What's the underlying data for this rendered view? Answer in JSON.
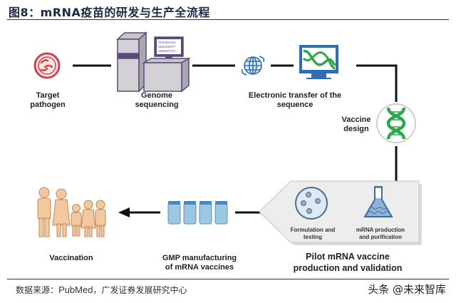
{
  "figure": {
    "title": "图8：mRNA疫苗的研发与生产全流程"
  },
  "steps": [
    {
      "id": "target-pathogen",
      "label_lines": [
        "Target",
        "pathogen"
      ],
      "icon": "pathogen-icon"
    },
    {
      "id": "genome-sequencing",
      "label_lines": [
        "Genome",
        "sequencing"
      ],
      "icon": "sequencer-icon",
      "screen_text": [
        "TCCGGAAAA",
        "GGGCGGATT",
        "CGGGGTGTA"
      ]
    },
    {
      "id": "electronic-transfer",
      "label_lines": [
        "Electronic transfer of the",
        "sequence"
      ],
      "icon": "globe-icon",
      "icon2": "monitor-dna-icon"
    },
    {
      "id": "vaccine-design",
      "label_lines": [
        "Vaccine",
        "design"
      ],
      "icon": "dna-icon"
    },
    {
      "id": "pilot-production",
      "label_lines": [
        "Pilot mRNA vaccine",
        "production and validation"
      ],
      "sub_steps": [
        {
          "label_lines": [
            "Formulation and",
            "testing"
          ],
          "icon": "petri-dish-icon"
        },
        {
          "label_lines": [
            "mRNA production",
            "and purification"
          ],
          "icon": "flask-icon"
        }
      ]
    },
    {
      "id": "gmp-manufacturing",
      "label_lines": [
        "GMP manufacturing",
        "of mRNA vaccines"
      ],
      "icon": "vials-icon"
    },
    {
      "id": "vaccination",
      "label_lines": [
        "Vaccination"
      ],
      "icon": "people-icon"
    }
  ],
  "footer": {
    "source_prefix": "数据来源：",
    "source_name": "PubMed",
    "source_suffix": "，广发证券发展研究中心",
    "watermark": "头条 @未来智库"
  },
  "colors": {
    "pathogen": "#c9474b",
    "sequencer": "#5a4a78",
    "blue": "#2f6db5",
    "green": "#2ea84a",
    "skin": "#f3c8a0",
    "vial": "#8fc0dd"
  }
}
